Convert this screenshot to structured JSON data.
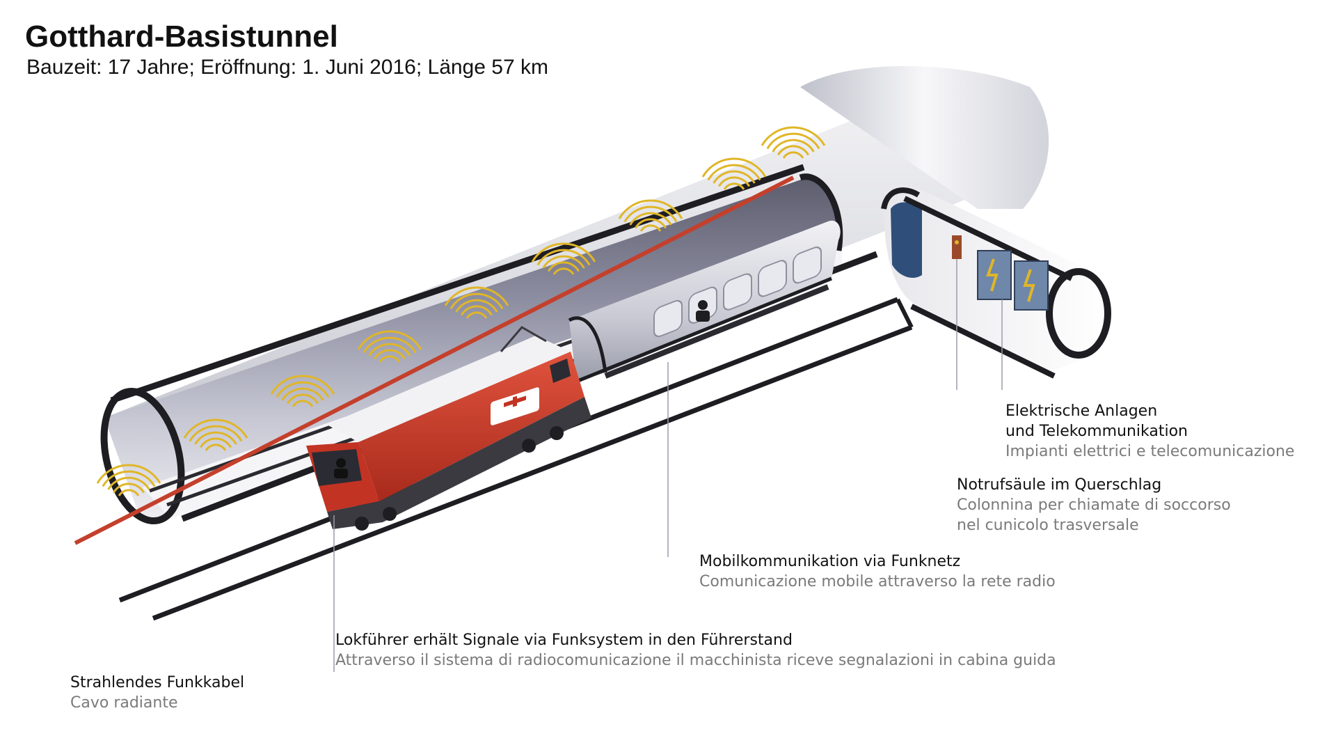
{
  "header": {
    "title": "Gotthard-Basistunnel",
    "subtitle": "Bauzeit: 17 Jahre; Eröffnung: 1. Juni 2016; Länge 57 km"
  },
  "illustration": {
    "main_tunnel": "tunnel-tube-icon",
    "cross_passage": "cross-passage-icon",
    "locomotive": "locomotive-icon",
    "coach": "double-deck-coach-icon",
    "radiating_cable": "radiating-cable-icon",
    "signal_waves": "radio-wave-icon",
    "emergency_call_box": "emergency-call-box-icon",
    "electrical_cabinets": "electrical-cabinet-icon",
    "brand_logo": "sbb-logo-icon"
  },
  "colors": {
    "locomotive_red": "#c93a27",
    "cable_red": "#c4402c",
    "signal_yellow": "#e0b628",
    "tunnel_gray": "#cfd1da",
    "tunnel_dark": "#1d1d22",
    "cabinet_blue": "#6f87a9"
  },
  "labels": {
    "electrical": {
      "de_line1": "Elektrische Anlagen",
      "de_line2": "und Telekommunikation",
      "it": "Impianti elettrici e telecomunicazione"
    },
    "emergency": {
      "de": "Notrufsäule im Querschlag",
      "it_line1": "Colonnina per chiamate di soccorso",
      "it_line2": "nel cunicolo trasversale"
    },
    "mobile": {
      "de": "Mobilkommunikation via Funknetz",
      "it": "Comunicazione mobile attraverso la rete radio"
    },
    "driver": {
      "de": "Lokführer erhält Signale via Funksystem in den Führerstand",
      "it": "Attraverso il sistema di radiocomunicazione il macchinista riceve segnalazioni in cabina guida"
    },
    "cable": {
      "de": "Strahlendes Funkkabel",
      "it": "Cavo radiante"
    }
  }
}
